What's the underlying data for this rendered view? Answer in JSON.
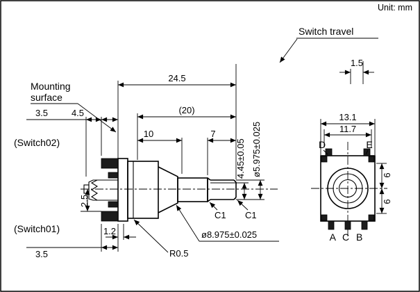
{
  "unit": "Unit: mm",
  "callouts": {
    "switch_travel": "Switch travel",
    "mounting_line1": "Mounting",
    "mounting_line2": "surface",
    "switch02": "(Switch02)",
    "switch01": "(Switch01)",
    "pin_d": "D",
    "pin_e": "E",
    "pins_bottom": "A C B"
  },
  "dims": {
    "travel": "1.5",
    "total_len": "24.5",
    "ref20": "(20)",
    "top35": "3.5",
    "d45": "4.5",
    "len10": "10",
    "len7": "7",
    "flat_width": "4.45±0.05",
    "shaft_dia": "ø5.975±0.025",
    "body_w": "13.1",
    "pin_span": "11.7",
    "h6_top": "6",
    "h6_bottom": "6",
    "d25": "2.5",
    "t12": "1.2",
    "bot35": "3.5",
    "c1_left": "C1",
    "c1_right": "C1",
    "bush_dia": "ø8.975±0.025",
    "r05": "R0.5"
  }
}
